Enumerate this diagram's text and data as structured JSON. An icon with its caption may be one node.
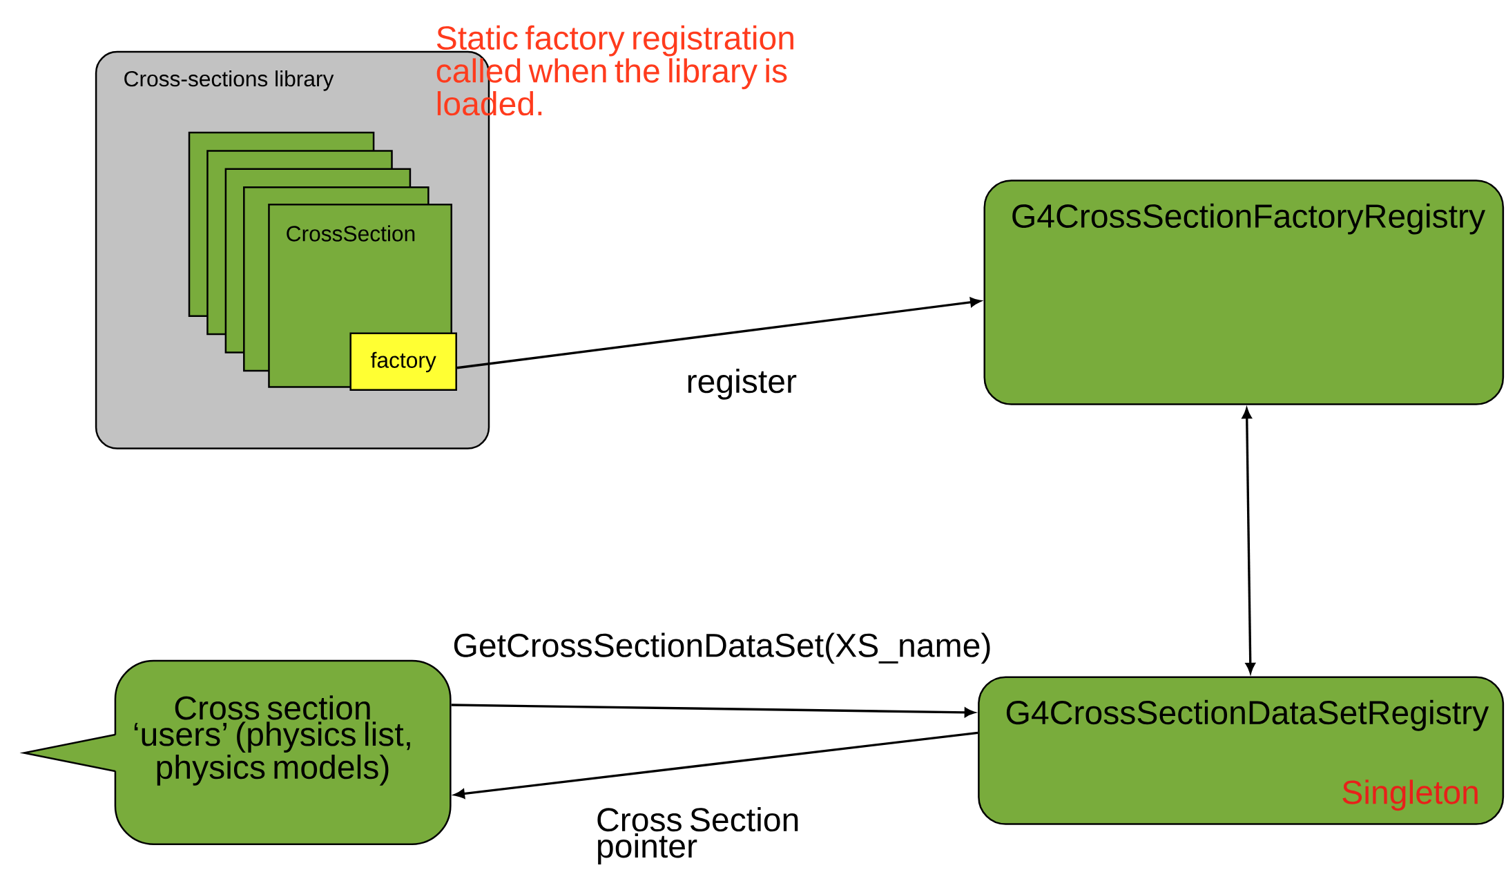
{
  "diagram": {
    "nodes": [
      {
        "text": [
          "Cross-sections library"
        ]
      },
      {
        "text": [],
        "shape": "box",
        "in": 0
      },
      {
        "text": [],
        "shape": "box",
        "in": 0
      },
      {
        "text": [],
        "shape": "box",
        "in": 0
      },
      {
        "text": [],
        "shape": "box",
        "in": 0
      },
      {
        "text": [
          "CrossSection"
        ],
        "in": 0
      },
      {
        "text": [
          "factory"
        ],
        "in": 5
      },
      {
        "text": [
          "G4CrossSectionFactoryRegistry"
        ]
      },
      {
        "text": [
          "Cross section ‘users’ (physics list, physics models)"
        ]
      },
      {
        "text": [
          "G4CrossSectionDataSetRegistry",
          "Singleton"
        ]
      }
    ],
    "edges": [
      {
        "from": 6,
        "to": 7,
        "arrow": "to",
        "label": "register"
      },
      {
        "from": 7,
        "to": 9,
        "arrow": "both"
      },
      {
        "from": 8,
        "to": 9,
        "arrow": "to",
        "label": "GetCrossSectionDataSet(XS_name)"
      },
      {
        "from": 9,
        "to": 8,
        "arrow": "to",
        "label": "Cross Section pointer"
      }
    ],
    "labels": [
      "Static factory registration called when the library is loaded."
    ]
  }
}
